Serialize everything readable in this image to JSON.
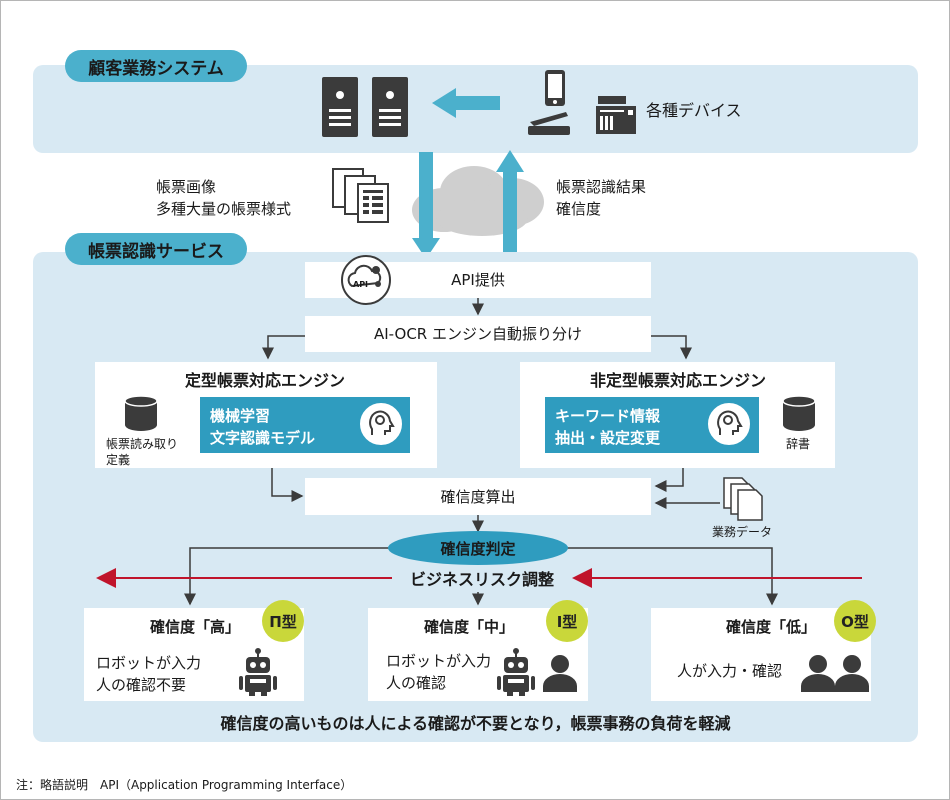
{
  "colors": {
    "region": "#d8e9f3",
    "pill": "#4bb0cc",
    "teal": "#2f9cbf",
    "badge": "#c9d73a",
    "red": "#c0142b",
    "ellipse": "#2f9cbf"
  },
  "customer_system": {
    "label": "顧客業務システム",
    "devices_label": "各種デバイス"
  },
  "flow": {
    "up_label_line1": "帳票画像",
    "up_label_line2": "多種大量の帳票様式",
    "down_label_line1": "帳票認識結果",
    "down_label_line2": "確信度"
  },
  "service": {
    "label": "帳票認識サービス",
    "api_label": "API提供",
    "api_icon_text": "API",
    "routing_label": "AI-OCR エンジン自動振り分け",
    "fixed_engine": {
      "title": "定型帳票対応エンジン",
      "teal_line1": "機械学習",
      "teal_line2": "文字認識モデル",
      "db_line1": "帳票読み取り",
      "db_line2": "定義"
    },
    "free_engine": {
      "title": "非定型帳票対応エンジン",
      "teal_line1": "キーワード情報",
      "teal_line2": "抽出・設定変更",
      "db_label": "辞書"
    },
    "confidence_calc": "確信度算出",
    "business_data": "業務データ",
    "judgement": "確信度判定",
    "business_risk": "ビジネスリスク調整",
    "results": [
      {
        "title": "確信度「高」",
        "badge": "Π型",
        "line1": "ロボットが入力",
        "line2": "人の確認不要"
      },
      {
        "title": "確信度「中」",
        "badge": "I型",
        "line1": "ロボットが入力",
        "line2": "人の確認"
      },
      {
        "title": "確信度「低」",
        "badge": "O型",
        "line1": "人が入力・確認",
        "line2": ""
      }
    ],
    "conclusion": "確信度の高いものは人による確認が不要となり，帳票事務の負荷を軽減"
  },
  "footnote": "注：略語説明　API（Application Programming Interface）",
  "icons": [
    "server-icon",
    "smartphone-icon",
    "scanner-icon",
    "printer-icon",
    "cloud-icon",
    "documents-icon",
    "database-icon",
    "ai-head-icon",
    "robot-icon",
    "person-icon",
    "gear-cloud-icon"
  ]
}
